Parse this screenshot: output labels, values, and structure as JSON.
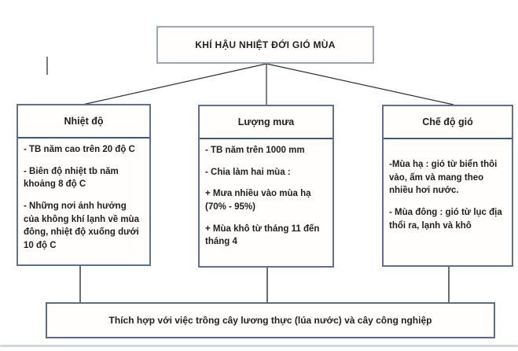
{
  "diagram": {
    "root_title": "KHÍ HẬU NHIỆT ĐỚI GIÓ MÙA",
    "temperature": {
      "title": "Nhiệt độ",
      "items": [
        "- TB năm cao trên 20 độ C",
        "- Biên độ nhiệt tb năm khoảng 8 độ C",
        "- Những nơi ảnh hưởng của không khí lạnh về mùa đông, nhiệt độ xuống dưới 10 độ C"
      ]
    },
    "rainfall": {
      "title": "Lượng mưa",
      "items": [
        "- TB năm trên 1000 mm",
        "- Chia làm hai mùa :",
        "+ Mưa nhiều vào mùa hạ (70% - 95%)",
        "+ Mùa khô từ tháng 11 đến tháng 4"
      ]
    },
    "wind": {
      "title": "Chế độ gió",
      "items": [
        "-Mùa hạ : gió từ biển thôi vào, ấm và mang theo nhiều hơi nước.",
        "- Mùa đông : gió từ lục địa thổi ra, lạnh và khô"
      ]
    },
    "conclusion": "Thích hợp với việc trồng cây lương thực (lúa nước) và cây công nghiệp"
  },
  "colors": {
    "root_box_border": "#9aa7bb",
    "branch_box_border": "#5e7094",
    "branch_divider": "#41567e",
    "bottom_box_border": "#5c6b86",
    "connector_line": "#2f2f2f",
    "text": "#1f1f1f",
    "background": "#ffffff"
  }
}
